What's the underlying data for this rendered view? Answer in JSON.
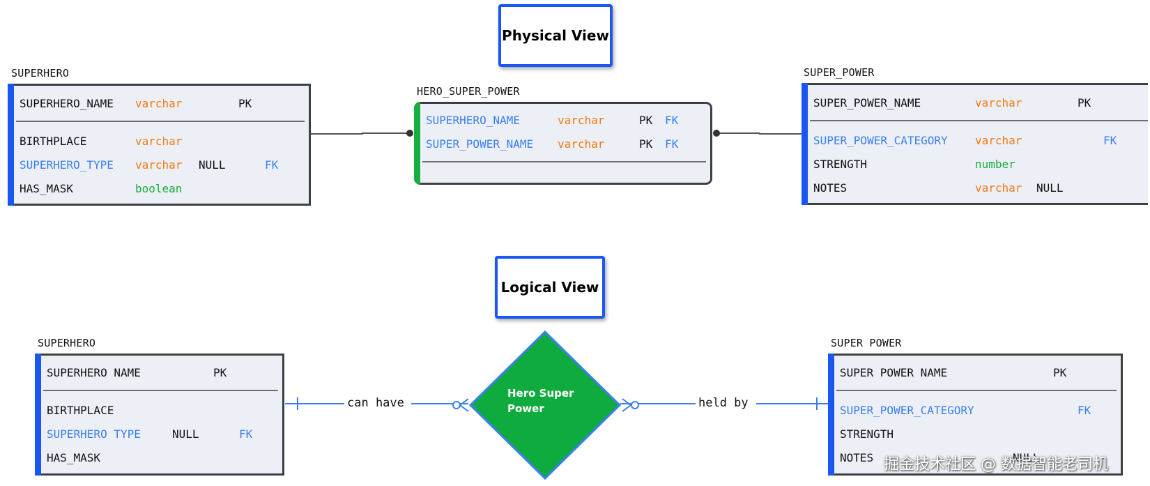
{
  "physical": {
    "title": "Physical View",
    "superhero": {
      "name": "SUPERHERO",
      "pk_row": {
        "col": "SUPERHERO_NAME",
        "type": "varchar",
        "key": "PK"
      },
      "rows": [
        {
          "col": "BIRTHPLACE",
          "type": "varchar",
          "null": "",
          "fk": ""
        },
        {
          "col": "SUPERHERO_TYPE",
          "type": "varchar",
          "null": "NULL",
          "fk": "FK"
        },
        {
          "col": "HAS_MASK",
          "type": "boolean",
          "null": "",
          "fk": ""
        }
      ]
    },
    "hero_super_power": {
      "name": "HERO_SUPER_POWER",
      "rows": [
        {
          "col": "SUPERHERO_NAME",
          "type": "varchar",
          "pk": "PK",
          "fk": "FK"
        },
        {
          "col": "SUPER_POWER_NAME",
          "type": "varchar",
          "pk": "PK",
          "fk": "FK"
        }
      ]
    },
    "super_power": {
      "name": "SUPER_POWER",
      "pk_row": {
        "col": "SUPER_POWER_NAME",
        "type": "varchar",
        "key": "PK"
      },
      "rows": [
        {
          "col": "SUPER_POWER_CATEGORY",
          "type": "varchar",
          "null": "",
          "fk": "FK"
        },
        {
          "col": "STRENGTH",
          "type": "number",
          "null": "",
          "fk": ""
        },
        {
          "col": "NOTES",
          "type": "varchar",
          "null": "NULL",
          "fk": ""
        }
      ]
    }
  },
  "logical": {
    "title": "Logical View",
    "superhero": {
      "name": "SUPERHERO",
      "pk_row": {
        "col": "SUPERHERO NAME",
        "key": "PK"
      },
      "rows": [
        {
          "col": "BIRTHPLACE",
          "null": "",
          "fk": ""
        },
        {
          "col": "SUPERHERO TYPE",
          "null": "NULL",
          "fk": "FK"
        },
        {
          "col": "HAS_MASK",
          "null": "",
          "fk": ""
        }
      ]
    },
    "relationship": {
      "name_line1": "Hero Super",
      "name_line2": "Power",
      "left_label": "can have",
      "right_label": "held by"
    },
    "super_power": {
      "name": "SUPER POWER",
      "pk_row": {
        "col": "SUPER POWER NAME",
        "key": "PK"
      },
      "rows": [
        {
          "col": "SUPER_POWER_CATEGORY",
          "null": "",
          "fk": "FK"
        },
        {
          "col": "STRENGTH",
          "null": "",
          "fk": ""
        },
        {
          "col": "NOTES",
          "null": "NULL",
          "fk": ""
        }
      ]
    }
  },
  "watermark": "掘金技术社区 @ 数据智能老司机",
  "colors": {
    "accent_blue": "#1a56f0",
    "fk_blue": "#3a7ff0",
    "type_orange": "#f07a14",
    "type_green": "#16ae3c",
    "diamond_green": "#10ab3f",
    "table_bg": "#eceff5"
  }
}
